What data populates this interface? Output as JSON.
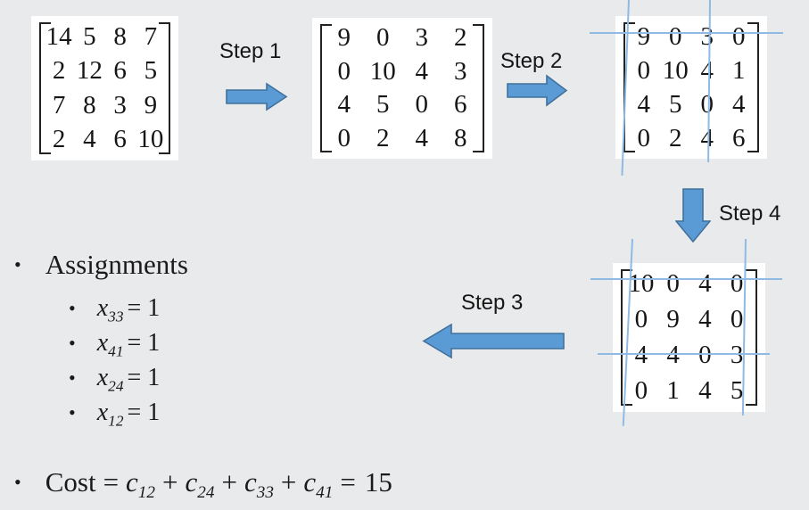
{
  "slide": {
    "bullet": "•"
  },
  "colors": {
    "background": "#E9EAEB",
    "panel": "#FFFFFF",
    "text": "#1A1A1A",
    "arrow_fill": "#5B9BD5",
    "arrow_stroke": "#41719C",
    "cover_line": "#8FBAE4"
  },
  "steps": {
    "step1": {
      "label": "Step 1",
      "direction": "right"
    },
    "step2": {
      "label": "Step 2",
      "direction": "right"
    },
    "step3": {
      "label": "Step 3",
      "direction": "left"
    },
    "step4": {
      "label": "Step 4",
      "direction": "down"
    }
  },
  "matrices": {
    "original": {
      "rows": [
        [
          "14",
          "5",
          "8",
          "7"
        ],
        [
          "2",
          "12",
          "6",
          "5"
        ],
        [
          "7",
          "8",
          "3",
          "9"
        ],
        [
          "2",
          "4",
          "6",
          "10"
        ]
      ]
    },
    "after_step1": {
      "rows": [
        [
          "9",
          "0",
          "3",
          "2"
        ],
        [
          "0",
          "10",
          "4",
          "3"
        ],
        [
          "4",
          "5",
          "0",
          "6"
        ],
        [
          "0",
          "2",
          "4",
          "8"
        ]
      ]
    },
    "after_step2": {
      "rows": [
        [
          "9",
          "0",
          "3",
          "0"
        ],
        [
          "0",
          "10",
          "4",
          "1"
        ],
        [
          "4",
          "5",
          "0",
          "4"
        ],
        [
          "0",
          "2",
          "4",
          "6"
        ]
      ],
      "covered_rows": [
        1
      ],
      "covered_cols": [
        1,
        3
      ]
    },
    "after_step4": {
      "rows": [
        [
          "10",
          "0",
          "4",
          "0"
        ],
        [
          "0",
          "9",
          "4",
          "0"
        ],
        [
          "4",
          "4",
          "0",
          "3"
        ],
        [
          "0",
          "1",
          "4",
          "5"
        ]
      ],
      "covered_rows": [
        1,
        3
      ],
      "covered_cols": [
        1,
        4
      ]
    }
  },
  "assignments": {
    "title": "Assignments",
    "items": [
      {
        "var": "x",
        "sub": "33",
        "value": "= 1"
      },
      {
        "var": "x",
        "sub": "41",
        "value": "= 1"
      },
      {
        "var": "x",
        "sub": "24",
        "value": "= 1"
      },
      {
        "var": "x",
        "sub": "12",
        "value": "= 1"
      }
    ]
  },
  "cost": {
    "label": "Cost",
    "equals": "=",
    "plus": "+",
    "terms": [
      {
        "var": "c",
        "sub": "12"
      },
      {
        "var": "c",
        "sub": "24"
      },
      {
        "var": "c",
        "sub": "33"
      },
      {
        "var": "c",
        "sub": "41"
      }
    ],
    "result": "15"
  }
}
